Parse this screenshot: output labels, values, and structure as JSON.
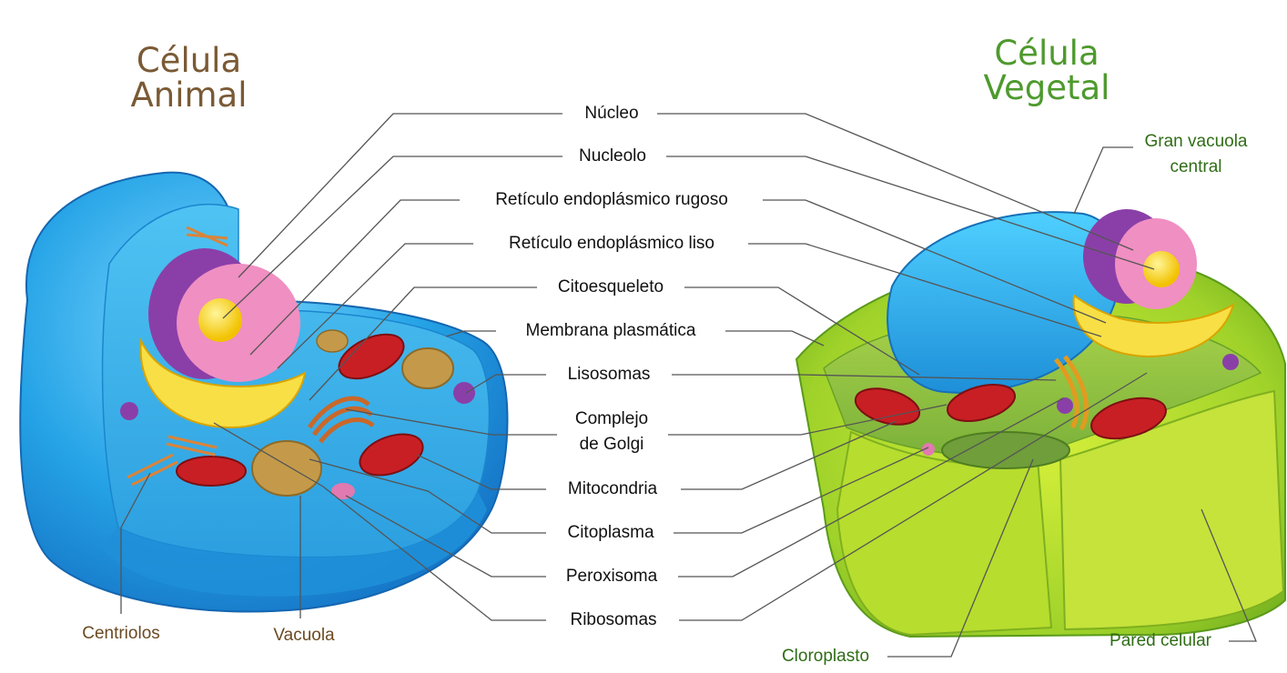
{
  "titles": {
    "animal": "Célula\nAnimal",
    "vegetal": "Célula\nVegetal"
  },
  "labels": {
    "nucleo": "Núcleo",
    "nucleolo": "Nucleolo",
    "rer": "Retículo endoplásmico rugoso",
    "rel": "Retículo endoplásmico liso",
    "citoesqueleto": "Citoesqueleto",
    "membrana": "Membrana plasmática",
    "lisosomas": "Lisosomas",
    "golgi": "Complejo\nde Golgi",
    "mitocondria": "Mitocondria",
    "citoplasma": "Citoplasma",
    "peroxisoma": "Peroxisoma",
    "ribosomas": "Ribosomas",
    "centriolos": "Centriolos",
    "vacuola": "Vacuola",
    "gran_vacuola": "Gran vacuola\ncentral",
    "cloroplasto": "Cloroplasto",
    "pared": "Pared celular"
  },
  "colors": {
    "animal_title": "#7a5a35",
    "vegetal_title": "#4e9a2e",
    "animal_cell": "#2aa9e8",
    "plant_cell": "#9bd32a",
    "leader_lines": "#555555"
  }
}
